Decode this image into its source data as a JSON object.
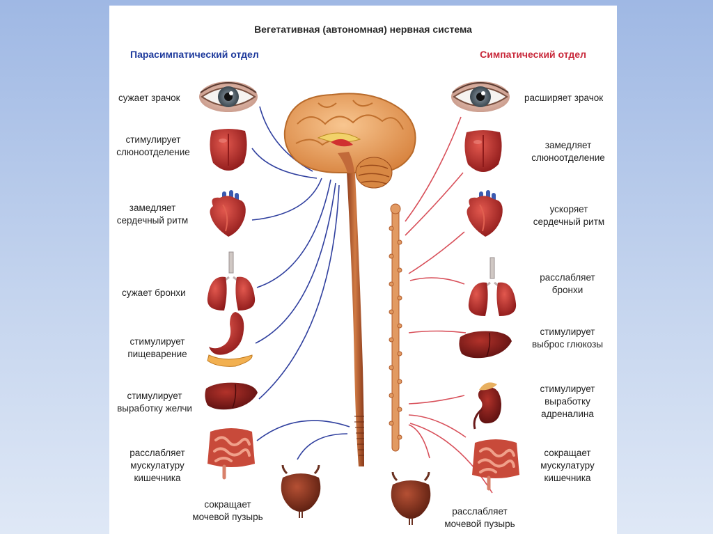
{
  "title": "Вегетативная (автономная) нервная система",
  "parasympathetic": {
    "heading": "Парасимпатический отдел",
    "color": "#1e3a9c",
    "items": [
      {
        "organ": "eye-icon",
        "label": "сужает зрачок"
      },
      {
        "organ": "tongue-icon",
        "label": "стимулирует\nслюноотделение"
      },
      {
        "organ": "heart-icon",
        "label": "замедляет\nсердечный ритм"
      },
      {
        "organ": "lungs-icon",
        "label": "сужает бронхи"
      },
      {
        "organ": "stomach-icon",
        "label": "стимулирует\nпищеварение"
      },
      {
        "organ": "liver-icon",
        "label": "стимулирует\nвыработку желчи"
      },
      {
        "organ": "intestine-icon",
        "label": "расслабляет\nмускулатуру\nкишечника"
      },
      {
        "organ": "bladder-icon",
        "label": "сокращает\nмочевой пузырь"
      }
    ]
  },
  "sympathetic": {
    "heading": "Симпатический отдел",
    "color": "#c8283a",
    "items": [
      {
        "organ": "eye-icon",
        "label": "расширяет зрачок"
      },
      {
        "organ": "tongue-icon",
        "label": "замедляет\nслюноотделение"
      },
      {
        "organ": "heart-icon",
        "label": "ускоряет\nсердечный ритм"
      },
      {
        "organ": "lungs-icon",
        "label": "расслабляет\nбронхи"
      },
      {
        "organ": "liver-icon",
        "label": "стимулирует\nвыброс глюкозы"
      },
      {
        "organ": "kidney-adrenal-icon",
        "label": "стимулирует\nвыработку\nадреналина"
      },
      {
        "organ": "intestine-icon",
        "label": "сокращает\nмускулатуру\nкишечника"
      },
      {
        "organ": "bladder-icon",
        "label": "расслабляет\nмочевой пузырь"
      }
    ]
  }
}
